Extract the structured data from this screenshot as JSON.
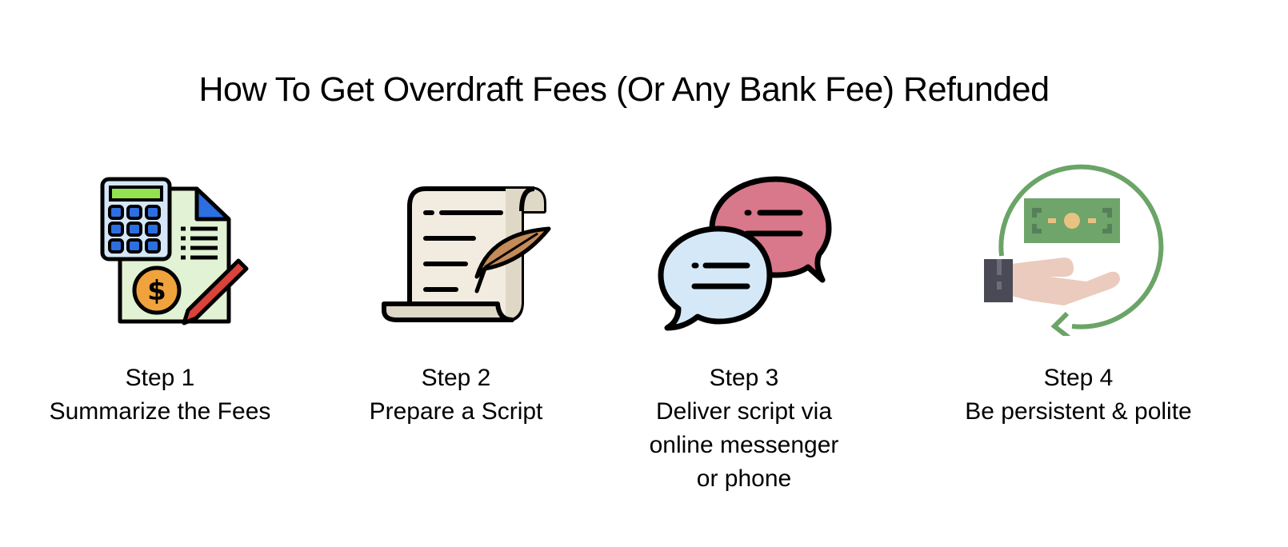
{
  "title": "How To Get Overdraft Fees (Or Any Bank Fee) Refunded",
  "steps": [
    {
      "step": "Step 1",
      "lines": [
        "Summarize the Fees"
      ],
      "icon": "calculator-document-icon"
    },
    {
      "step": "Step 2",
      "lines": [
        "Prepare a Script"
      ],
      "icon": "scroll-quill-icon"
    },
    {
      "step": "Step 3",
      "lines": [
        "Deliver script via",
        "online messenger",
        "or phone"
      ],
      "icon": "chat-bubbles-icon"
    },
    {
      "step": "Step 4",
      "lines": [
        "Be persistent & polite"
      ],
      "icon": "refund-hand-money-icon"
    }
  ],
  "colors": {
    "outline": "#000000",
    "paper_green": "#e2f2d4",
    "calc_blue": "#d4e6f7",
    "key_blue": "#2d6fe0",
    "display_green": "#93e053",
    "coin_orange": "#f0a23c",
    "pencil_red": "#d9433a",
    "scroll_cream": "#f2ece0",
    "scroll_shade": "#e0d8c6",
    "quill_brown": "#c48a58",
    "bubble_pink": "#d9788a",
    "bubble_blue": "#d4e8f8",
    "arrow_green": "#6ba467",
    "bill_green": "#6fa46a",
    "bill_dark": "#56805a",
    "bill_gold": "#e8c280",
    "skin": "#ebcbbe",
    "cuff": "#4a4a56",
    "cuff_light": "#6c6c7c"
  }
}
